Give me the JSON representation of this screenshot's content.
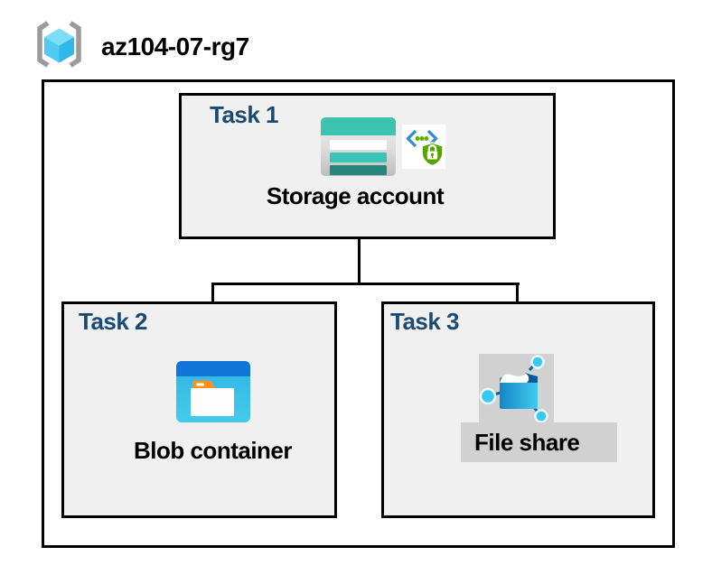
{
  "resource_group": {
    "name": "az104-07-rg7",
    "icon": "resource-group-icon"
  },
  "tasks": [
    {
      "label": "Task 1",
      "item": "Storage account",
      "icons": [
        "storage-account-icon",
        "sas-secure-access-icon"
      ]
    },
    {
      "label": "Task 2",
      "item": "Blob container",
      "icons": [
        "blob-container-icon"
      ]
    },
    {
      "label": "Task 3",
      "item": "File share",
      "icons": [
        "file-share-icon"
      ]
    }
  ],
  "connectors": [
    "storage-account-to-branch",
    "branch-horizontal",
    "branch-to-blob-container",
    "branch-to-file-share"
  ],
  "colors": {
    "task_label_navy": "#1B4A73",
    "task_box_fill": "#F0F0F0",
    "box_border": "#000000",
    "storage_teal": "#3CC4B1",
    "storage_teal_dark": "#27867B",
    "blob_header_blue": "#1176D8",
    "blob_body_cyan": "#35B9E7",
    "fileshare_folder_blue": "#1584C8",
    "fileshare_node_cyan": "#38C9F2",
    "sas_green": "#57A300",
    "sas_bracket_blue": "#2F8BD3",
    "rg_cube_cyan": "#4FCBF1",
    "rg_bracket_gray": "#9B9B9B",
    "selection_gray": "#D1D1D1"
  }
}
